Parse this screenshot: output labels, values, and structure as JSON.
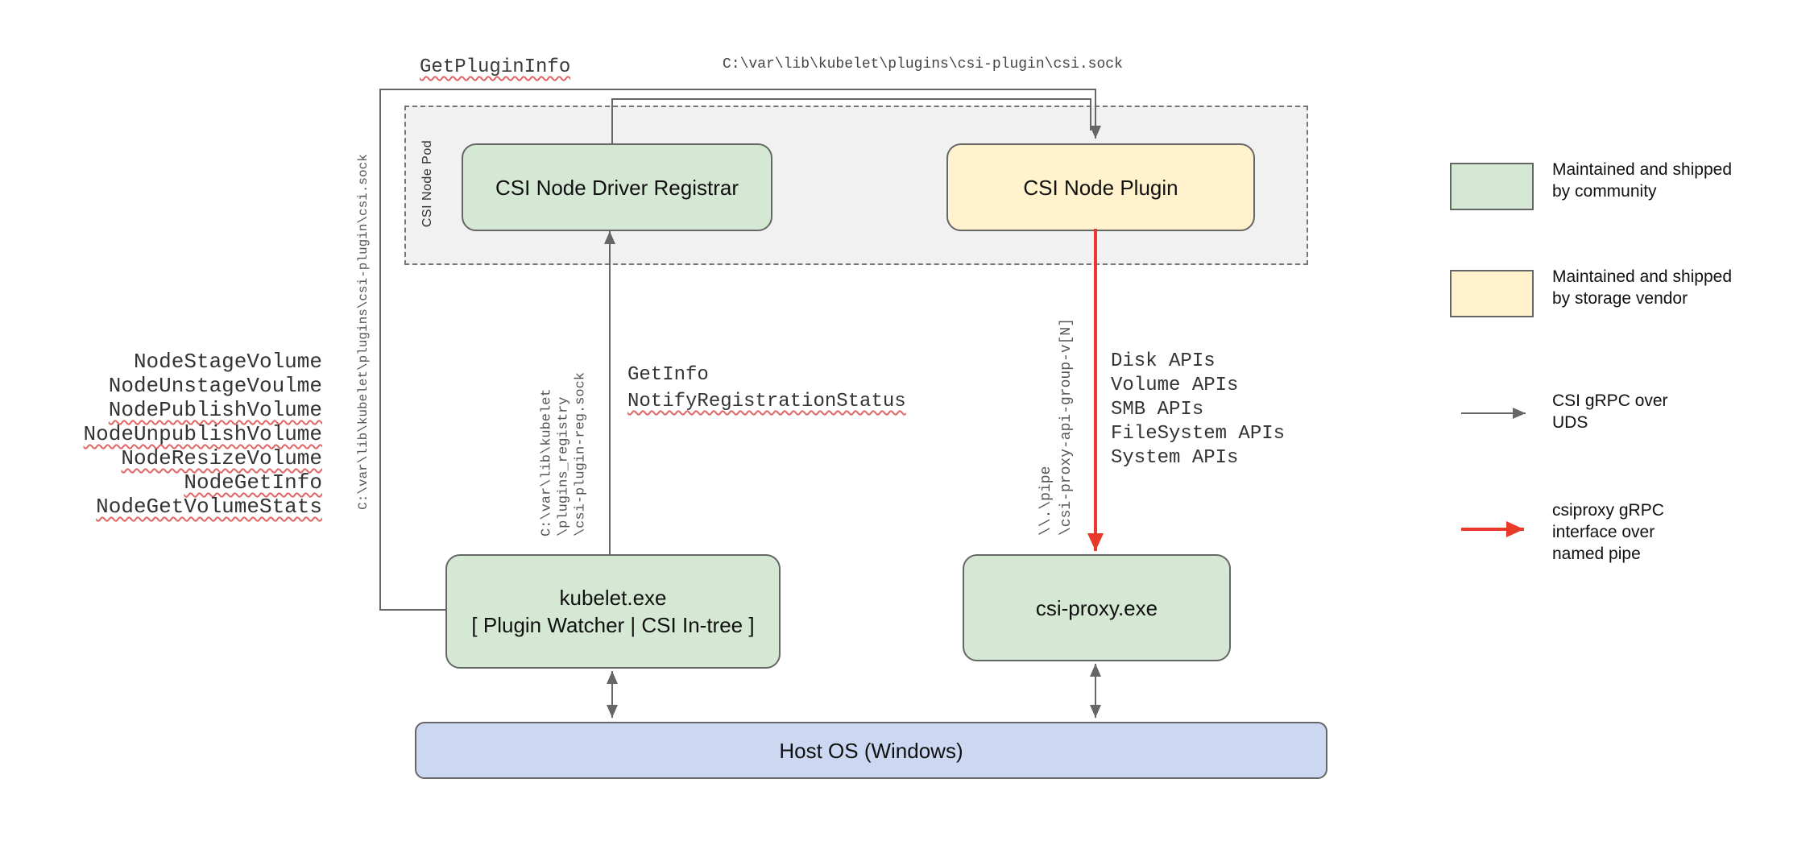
{
  "labels": {
    "get_plugin_info": "GetPluginInfo",
    "top_sock_path": "C:\\var\\lib\\kubelet\\plugins\\csi-plugin\\csi.sock",
    "left_sock_path": "C:\\var\\lib\\kubelet\\plugins\\csi-plugin\\csi.sock",
    "get_info": "GetInfo",
    "notify_registration_status": "NotifyRegistrationStatus"
  },
  "node_calls": [
    "NodeStageVolume",
    "NodeUnstageVoulme",
    "NodePublishVolume",
    "NodeUnpublishVolume",
    "NodeResizeVolume",
    "NodeGetInfo",
    "NodeGetVolumeStats"
  ],
  "reg_sock_path_lines": [
    "C:\\var\\lib\\kubelet",
    "\\plugins_registry",
    "\\csi-plugin-reg.sock"
  ],
  "pipe_path_lines": [
    "\\\\.\\pipe",
    "\\csi-proxy-api-group-v[N]"
  ],
  "api_list": [
    "Disk APIs",
    "Volume APIs",
    "SMB APIs",
    "FileSystem APIs",
    "System APIs"
  ],
  "nodes": {
    "pod_label": "CSI Node Pod",
    "registrar": "CSI Node Driver Registrar",
    "plugin": "CSI Node Plugin",
    "kubelet_line1": "kubelet.exe",
    "kubelet_line2": "[ Plugin Watcher | CSI In-tree ]",
    "csi_proxy": "csi-proxy.exe",
    "host_os": "Host OS (Windows)"
  },
  "legend": {
    "community": [
      "Maintained and shipped",
      "by community"
    ],
    "vendor": [
      "Maintained and shipped",
      "by storage vendor"
    ],
    "uds": [
      "CSI gRPC over",
      "UDS"
    ],
    "named_pipe": [
      "csiproxy gRPC",
      "interface over",
      "named pipe"
    ]
  },
  "colors": {
    "community_fill": "#d5e8d4",
    "vendor_fill": "#fff2cc",
    "host_fill": "#ccd8f2",
    "pod_fill": "#f1f1f1",
    "connector_gray": "#666666",
    "connector_red": "#e8392b",
    "squiggle": "#e06666"
  }
}
